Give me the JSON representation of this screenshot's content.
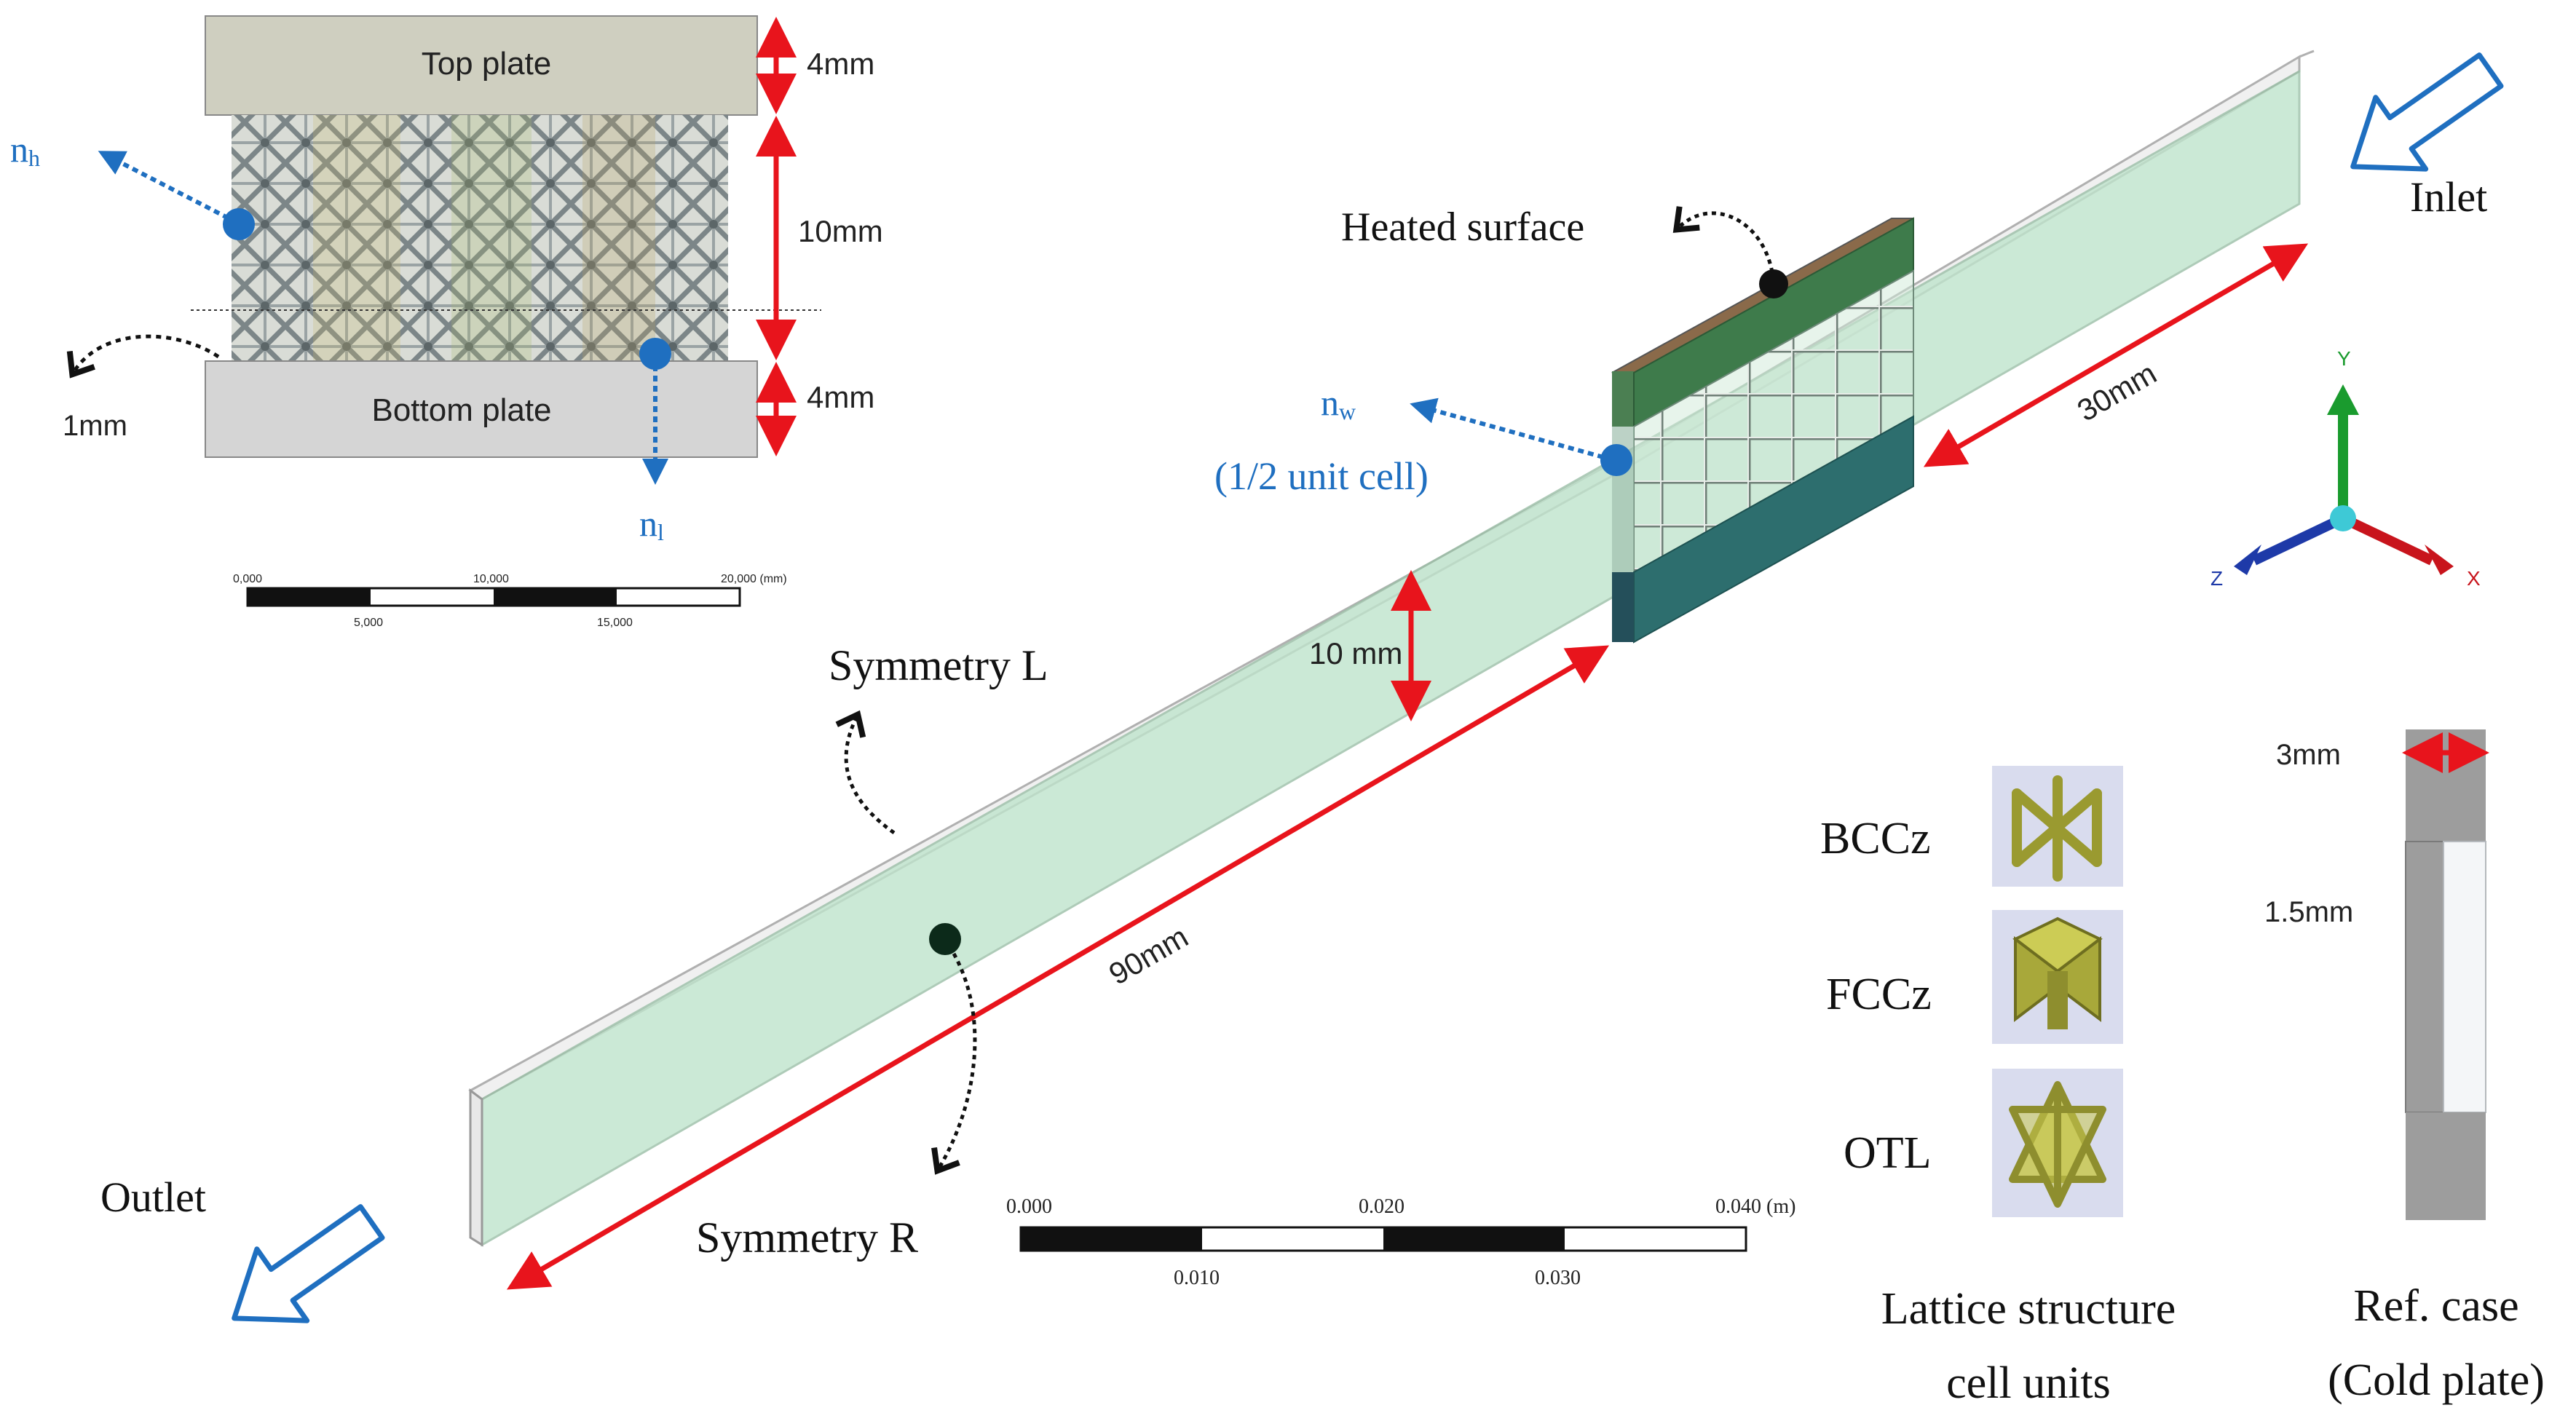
{
  "inset": {
    "top_plate_label": "Top plate",
    "bottom_plate_label": "Bottom plate",
    "dim_top": "4mm",
    "dim_mid": "10mm",
    "dim_bottom": "4mm",
    "dim_gap": "1mm",
    "normal_h": "n",
    "normal_h_sub": "h",
    "normal_l": "n",
    "normal_l_sub": "l",
    "scale": {
      "top_ticks": [
        "0,000",
        "10,000",
        "20,000 (mm)"
      ],
      "bottom_ticks": [
        "5,000",
        "15,000"
      ]
    }
  },
  "main": {
    "heated_surface": "Heated surface",
    "inlet": "Inlet",
    "outlet": "Outlet",
    "symmetry_l": "Symmetry L",
    "symmetry_r": "Symmetry R",
    "normal_w": "n",
    "normal_w_sub": "w",
    "half_cell": "(1/2 unit cell)",
    "dim_30": "30mm",
    "dim_10": "10 mm",
    "dim_90": "90mm",
    "scale": {
      "top_ticks": [
        "0.000",
        "0.020",
        "0.040 (m)"
      ],
      "bottom_ticks": [
        "0.010",
        "0.030"
      ]
    }
  },
  "axes": {
    "x": "X",
    "y": "Y",
    "z": "Z"
  },
  "cells": {
    "items": [
      "BCCz",
      "FCCz",
      "OTL"
    ],
    "caption_line1": "Lattice structure",
    "caption_line2": "cell units"
  },
  "ref_case": {
    "dim_3": "3mm",
    "dim_15": "1.5mm",
    "caption_line1": "Ref. case",
    "caption_line2": "(Cold plate)"
  },
  "colors": {
    "red": "#e8141c",
    "blue": "#1f6fc0",
    "fluid_green": "#bfe4cc",
    "block_green": "#3e7b4b",
    "block_teal": "#2d6e6e",
    "plate_top": "#cfcfc0",
    "plate_bottom": "#d5d5d5"
  }
}
